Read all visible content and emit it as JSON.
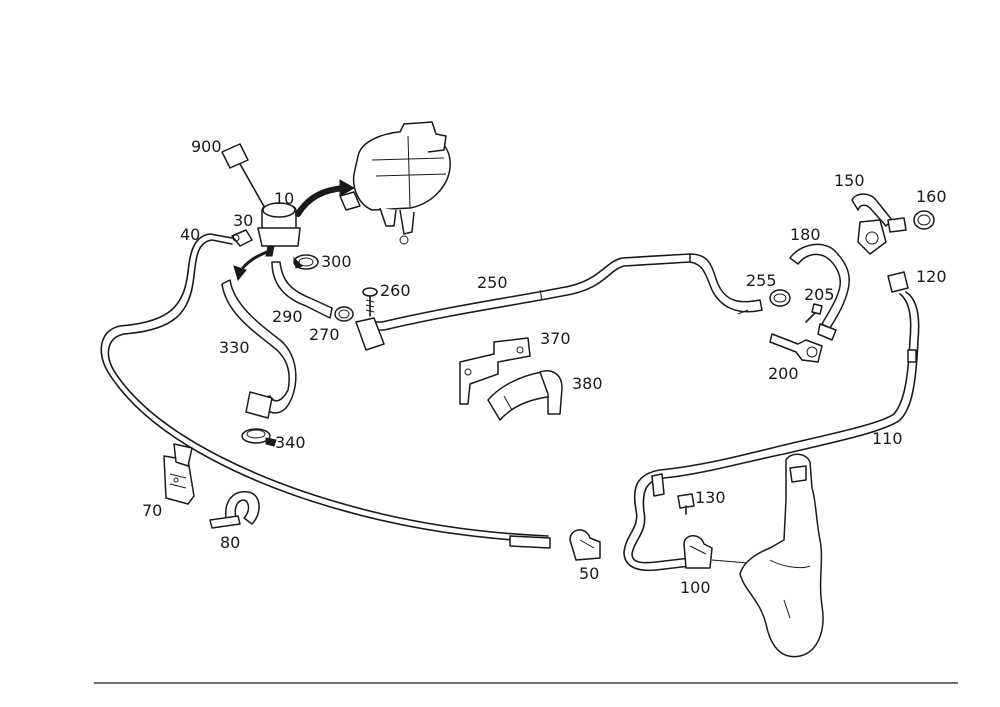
{
  "callouts": {
    "c10": "10",
    "c30": "30",
    "c40": "40",
    "c50": "50",
    "c70": "70",
    "c80": "80",
    "c100": "100",
    "c110": "110",
    "c120": "120",
    "c130": "130",
    "c150": "150",
    "c160": "160",
    "c180": "180",
    "c200": "200",
    "c205": "205",
    "c250": "250",
    "c255": "255",
    "c260": "260",
    "c270": "270",
    "c290": "290",
    "c300": "300",
    "c330": "330",
    "c340": "340",
    "c370": "370",
    "c380": "380",
    "c900": "900"
  },
  "colors": {
    "ink": "#1a1a1a",
    "background": "#ffffff"
  }
}
